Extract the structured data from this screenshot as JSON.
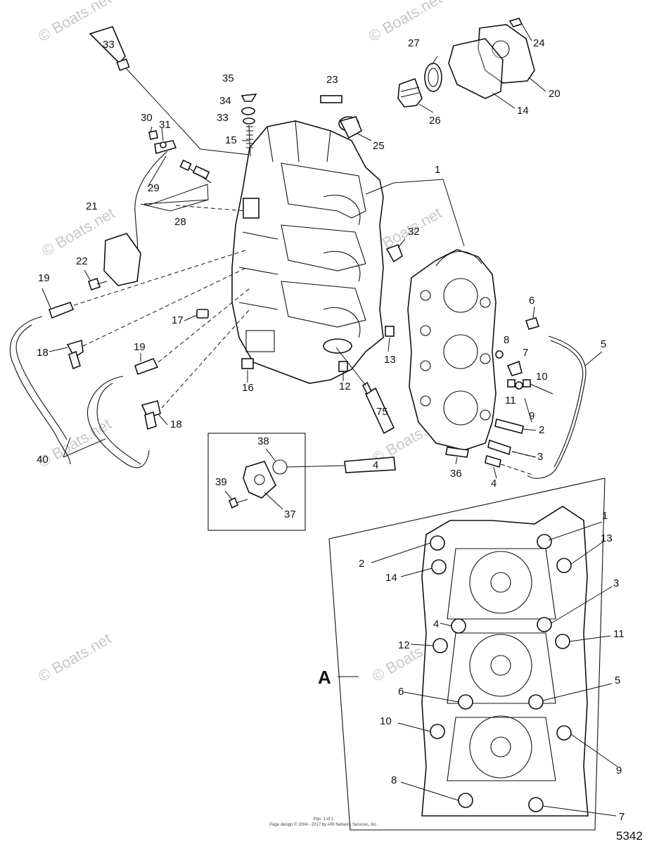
{
  "watermark": "© Boats.net",
  "figure_number": "5342",
  "inset_label": "A",
  "footer_line1": "Pgs: 1 of 1",
  "footer_line2": "Page design © 2004 - 2017 by ARI Network Services, Inc.",
  "tube_labels": {
    "top": "33",
    "middle": "75",
    "detail": "4"
  },
  "callouts": {
    "c1": "1",
    "c2": "2",
    "c3": "3",
    "c4": "4",
    "c5": "5",
    "c6": "6",
    "c7": "7",
    "c8": "8",
    "c9": "9",
    "c10": "10",
    "c11": "11",
    "c12": "12",
    "c13": "13",
    "c14": "14",
    "c15": "15",
    "c16": "16",
    "c17": "17",
    "c18a": "18",
    "c18b": "18",
    "c19a": "19",
    "c19b": "19",
    "c20": "20",
    "c21": "21",
    "c22": "22",
    "c23": "23",
    "c24": "24",
    "c25": "25",
    "c26": "26",
    "c27": "27",
    "c28": "28",
    "c29": "29",
    "c30": "30",
    "c31": "31",
    "c32": "32",
    "c33": "33",
    "c34": "34",
    "c35": "35",
    "c36": "36",
    "c37": "37",
    "c38": "38",
    "c39": "39",
    "c40": "40"
  },
  "torque_sequence": [
    "1",
    "2",
    "3",
    "4",
    "5",
    "6",
    "7",
    "8",
    "9",
    "10",
    "11",
    "12",
    "13",
    "14"
  ]
}
